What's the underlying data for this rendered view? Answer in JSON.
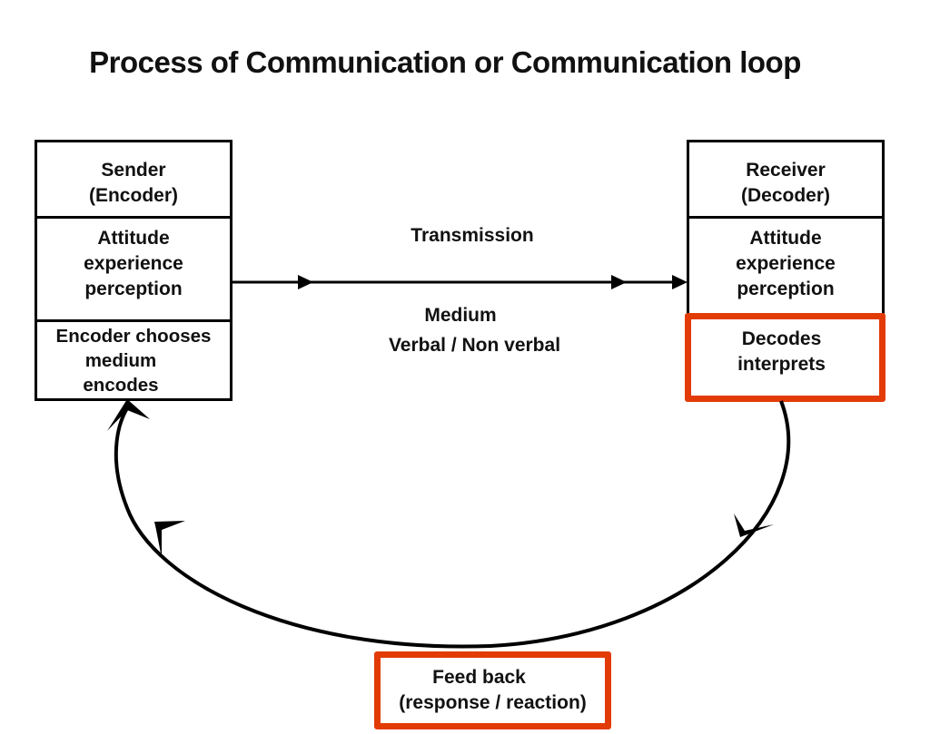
{
  "title": "Process of Communication or Communication loop",
  "sender": {
    "header_line1": "Sender",
    "header_line2": "(Encoder)",
    "attributes": [
      "Attitude",
      "experience",
      "perception"
    ],
    "action": [
      "Encoder chooses",
      "medium",
      "encodes"
    ]
  },
  "receiver": {
    "header_line1": "Receiver",
    "header_line2": "(Decoder)",
    "attributes": [
      "Attitude",
      "experience",
      "perception"
    ],
    "action": [
      "Decodes",
      "interprets"
    ]
  },
  "channel": {
    "transmission": "Transmission",
    "medium": "Medium",
    "medium_type": "Verbal / Non verbal"
  },
  "feedback": {
    "line1": "Feed back",
    "line2": "(response / reaction)"
  },
  "colors": {
    "highlight": "#e23b06",
    "line": "#000000"
  }
}
